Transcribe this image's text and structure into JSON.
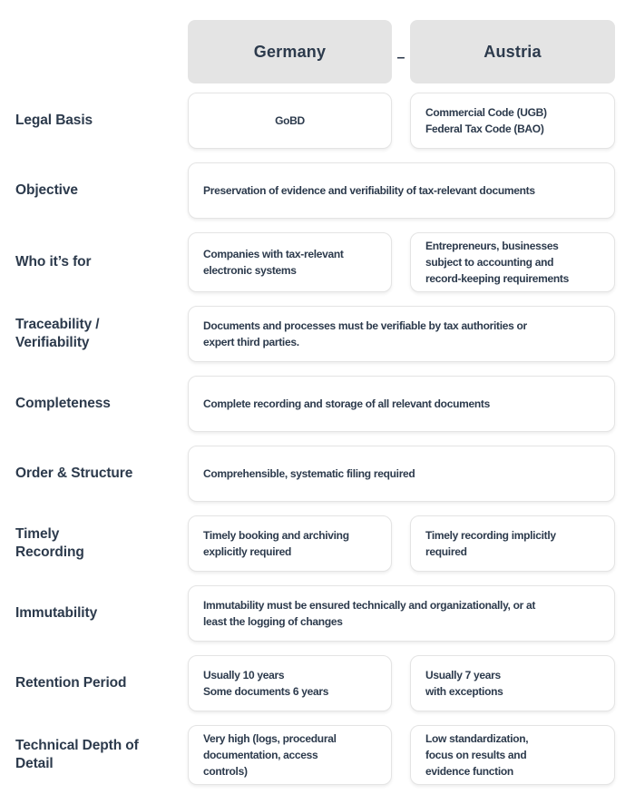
{
  "colors": {
    "text": "#2c3a4c",
    "header_bg": "#e4e4e4",
    "cell_bg": "#ffffff",
    "cell_border": "#e4e4e4",
    "page_bg": "#ffffff"
  },
  "header": {
    "left": "Germany",
    "right": "Austria",
    "separator": "–"
  },
  "rows": [
    {
      "label": "Legal Basis",
      "germany": "GoBD",
      "austria": "Commercial Code (UGB)\nFederal Tax Code (BAO)"
    },
    {
      "label": "Objective",
      "text": "Preservation of evidence and verifiability of tax-relevant documents"
    },
    {
      "label": "Who it’s for",
      "germany": "Companies with tax-relevant\nelectronic systems",
      "austria": "Entrepreneurs, businesses\nsubject to accounting and\nrecord-keeping requirements"
    },
    {
      "label": "Traceability /\nVerifiability",
      "text": "Documents and processes must be verifiable by tax authorities or\nexpert third parties."
    },
    {
      "label": "Completeness",
      "text": "Complete recording and storage of all relevant documents"
    },
    {
      "label": "Order & Structure",
      "text": "Comprehensible, systematic filing required"
    },
    {
      "label": "Timely\nRecording",
      "germany": "Timely booking and archiving\nexplicitly required",
      "austria": "Timely recording implicitly\nrequired"
    },
    {
      "label": "Immutability",
      "text": "Immutability must be ensured technically and organizationally, or at\nleast the logging of changes"
    },
    {
      "label": "Retention Period",
      "germany": "Usually 10 years\nSome documents 6 years",
      "austria": "Usually 7 years\nwith exceptions"
    },
    {
      "label": "Technical Depth of\nDetail",
      "germany": "Very high (logs, procedural\ndocumentation, access\ncontrols)",
      "austria": "Low standardization,\nfocus on results and\nevidence function"
    }
  ]
}
